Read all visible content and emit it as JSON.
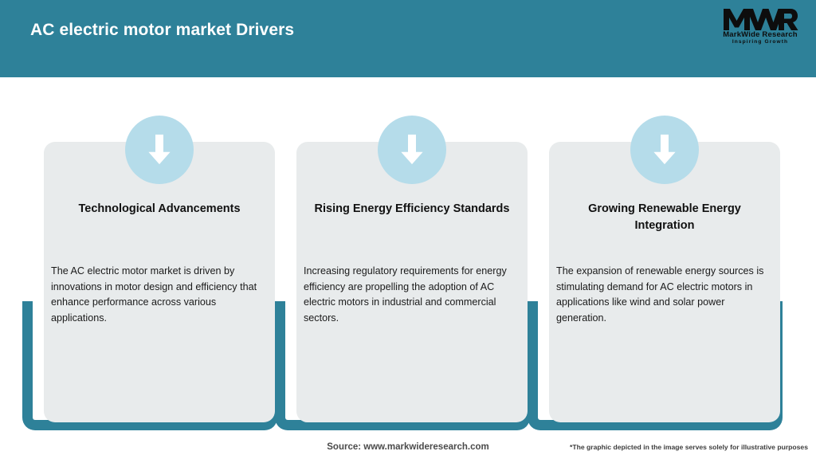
{
  "header": {
    "title": "AC electric motor market Drivers",
    "band_color": "#2E8199",
    "title_color": "#FFFFFF"
  },
  "logo": {
    "mark": "MWR",
    "name": "MarkWide Research",
    "tagline": "Inspiring Growth"
  },
  "theme": {
    "accent": "#2E8199",
    "card_fill": "#E8EBEC",
    "circle_fill": "#B5DCEA",
    "arrow_fill": "#FFFFFF",
    "page_background": "#FFFFFF"
  },
  "cards": [
    {
      "icon": "arrow-down-icon",
      "title": "Technological Advancements",
      "body": "The AC electric motor market is driven by innovations in motor design and efficiency that enhance performance across various applications."
    },
    {
      "icon": "arrow-down-icon",
      "title": "Rising Energy Efficiency Standards",
      "body": "Increasing regulatory requirements for energy efficiency are propelling the adoption of AC electric motors in industrial and commercial sectors."
    },
    {
      "icon": "arrow-down-icon",
      "title": "Growing Renewable Energy Integration",
      "body": "The expansion of renewable energy sources is stimulating demand for AC electric motors in applications like wind and solar power generation."
    }
  ],
  "footer": {
    "source": "Source: www.markwideresearch.com",
    "disclaimer": "*The graphic depicted in the image serves solely for illustrative purposes"
  }
}
